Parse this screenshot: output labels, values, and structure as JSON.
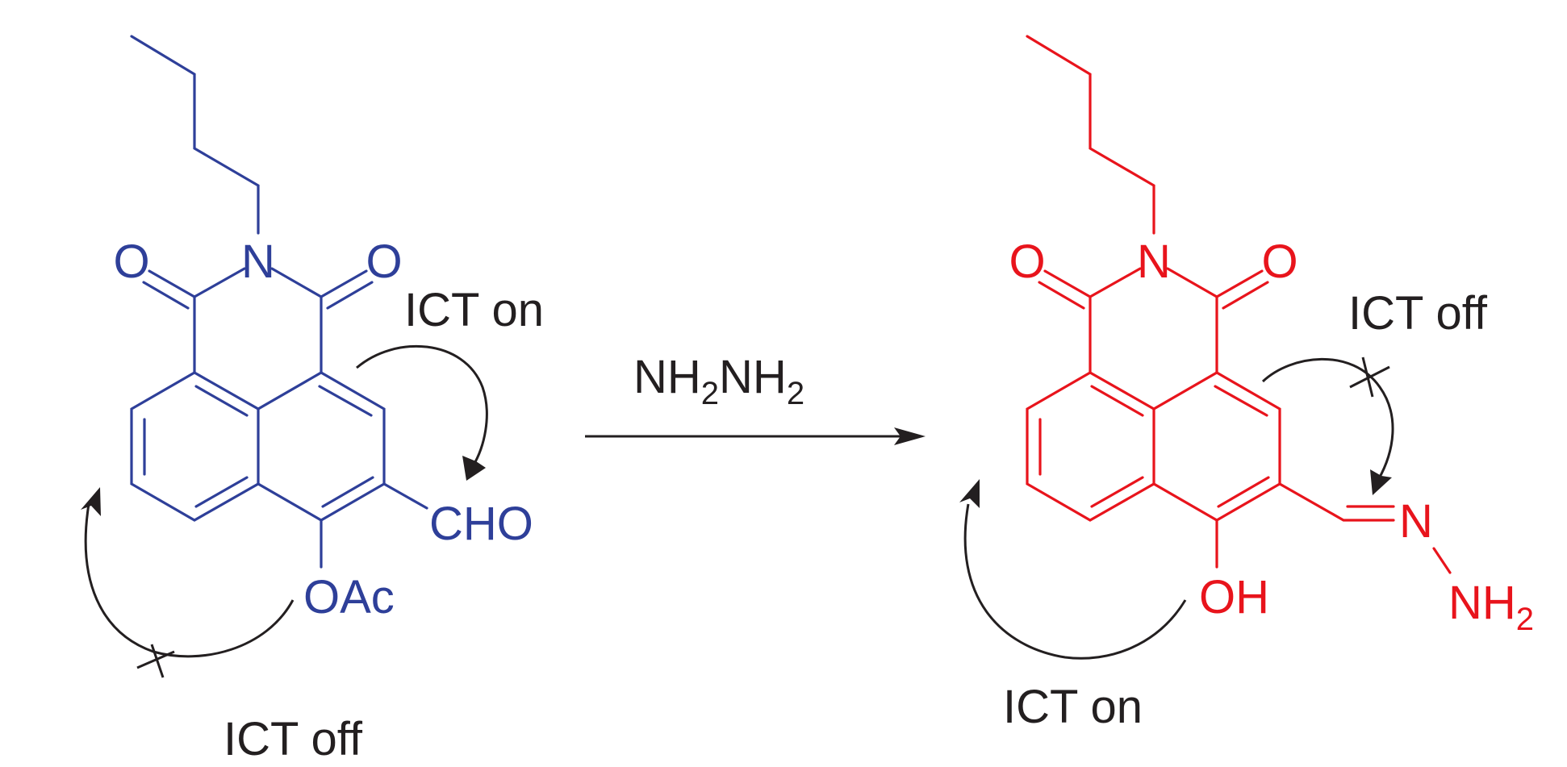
{
  "colors": {
    "reactant": "#2e3f99",
    "product": "#e8141c",
    "annotation": "#231f20"
  },
  "reagent": {
    "parts": [
      "NH",
      "2",
      "NH",
      "2"
    ]
  },
  "reactant": {
    "atoms": {
      "n": "N",
      "o_left": "O",
      "o_right": "O",
      "cho": "CHO",
      "oac": "OAc"
    },
    "ict_upper": "ICT on",
    "ict_lower": "ICT off"
  },
  "product": {
    "atoms": {
      "n": "N",
      "o_left": "O",
      "o_right": "O",
      "oh": "OH",
      "n_imine": "N",
      "nh2": [
        "NH",
        "2"
      ]
    },
    "ict_upper": "ICT off",
    "ict_lower": "ICT on"
  }
}
